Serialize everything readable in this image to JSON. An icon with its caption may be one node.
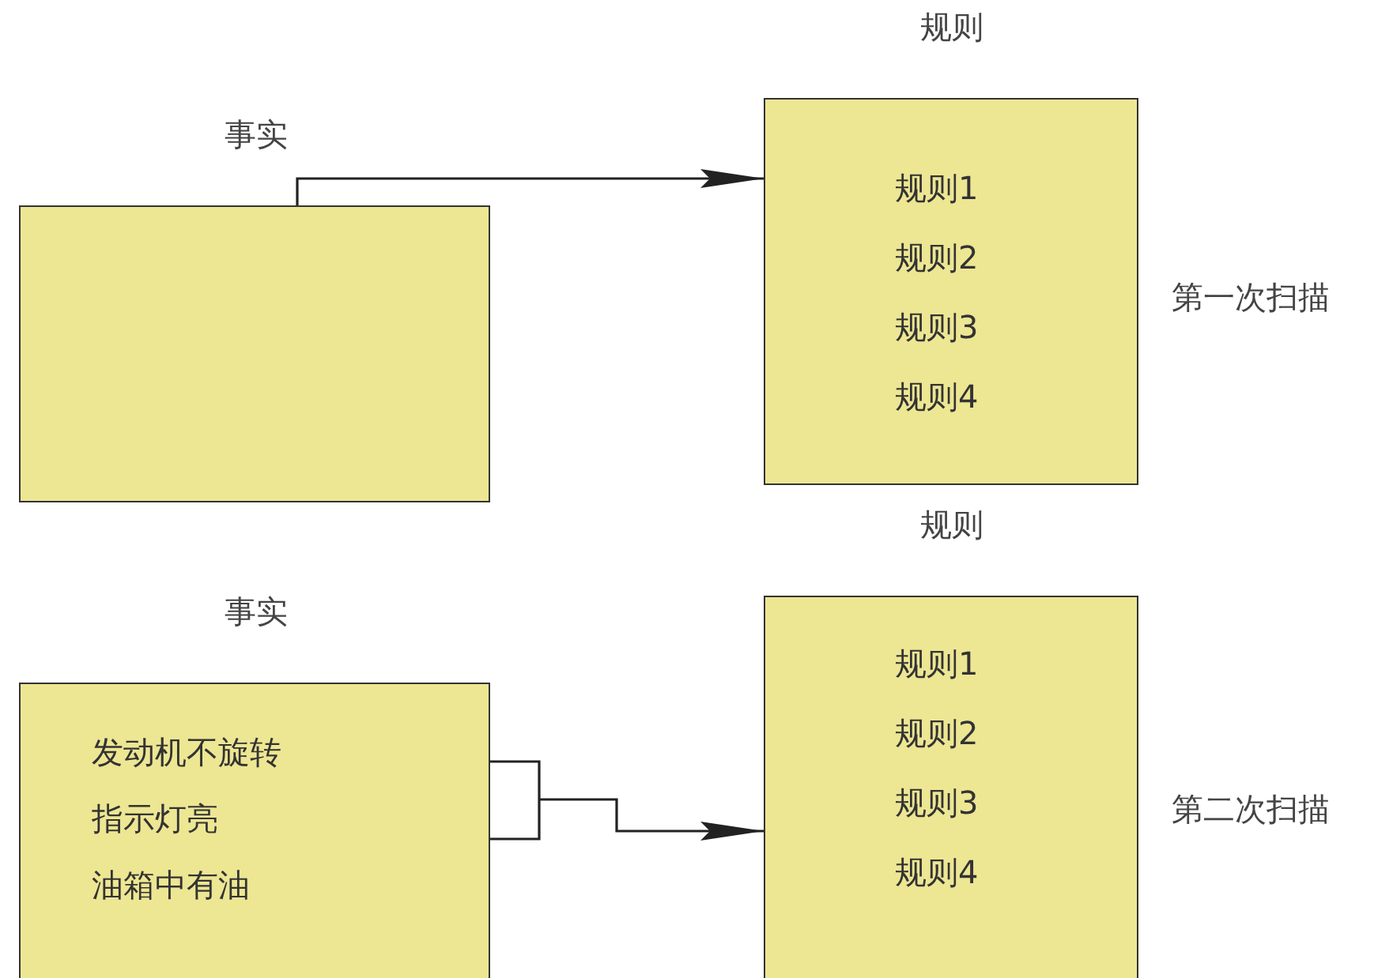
{
  "diagram": {
    "nodes": [
      {
        "text": [
          "事实"
        ]
      },
      {
        "text": [
          "规则",
          "规则1",
          "规则2",
          "规则3",
          "规则4"
        ],
        "beside": [
          "第一次扫描"
        ]
      },
      {
        "text": [
          "事实",
          "发动机不旋转",
          "指示灯亮",
          "油箱中有油"
        ]
      },
      {
        "text": [
          "规则",
          "规则1",
          "规则2",
          "规则3",
          "规则4"
        ],
        "beside": [
          "第二次扫描"
        ]
      }
    ],
    "edges": [
      {
        "from": 0,
        "to": 1,
        "arrow": "to"
      },
      {
        "from": 2,
        "to": 3,
        "arrow": "to"
      }
    ]
  }
}
